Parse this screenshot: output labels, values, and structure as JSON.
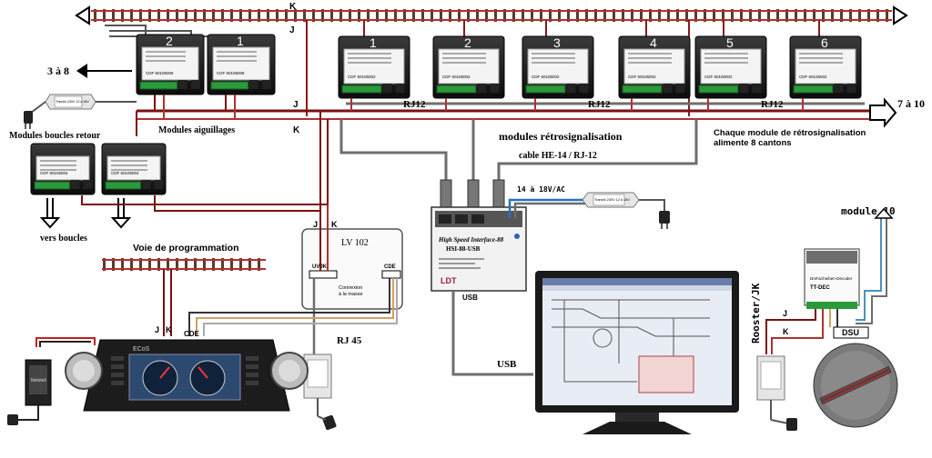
{
  "rails": {
    "top_label": "K",
    "top_j_labels": [
      "J",
      "J"
    ],
    "bus_j": "J",
    "bus_k": "K"
  },
  "accessory_modules": {
    "caption": "Modules aiguillages",
    "items": [
      {
        "number": "2",
        "id": "CDF 60106006"
      },
      {
        "number": "1",
        "id": "CDF 60106006"
      }
    ]
  },
  "feedback_modules": {
    "caption": "modules rétrosignalisation",
    "items": [
      {
        "number": "1",
        "id": "CDF 60106002"
      },
      {
        "number": "2",
        "id": "CDF 60106002"
      },
      {
        "number": "3",
        "id": "CDF 60106002"
      },
      {
        "number": "4",
        "id": "CDF 60106002"
      },
      {
        "number": "5",
        "id": "CDF 60106002"
      },
      {
        "number": "6",
        "id": "CDF 60106002"
      }
    ],
    "rj_labels": [
      "RJ12",
      "RJ12",
      "RJ12"
    ],
    "continuation": "7 à 10",
    "note_line1": "Chaque module de rétrosignalisation",
    "note_line2": "alimente 8 cantons"
  },
  "left_side": {
    "more_modules": "3 à 8",
    "transformer_label": "Transfo 230V 12 à 18V"
  },
  "reverse_loops": {
    "caption": "Modules boucles retour",
    "module_id": "CDF 60106004",
    "to_loops": "vers boucles"
  },
  "programming": {
    "label": "Voie de programmation"
  },
  "lv102": {
    "title": "LV 102",
    "port_left": "UVJK",
    "port_right": "CDE",
    "ground_note": "Connexion à la masse",
    "j_label": "J",
    "k_label": "K"
  },
  "cable": {
    "label": "cable HE-14 / RJ-12"
  },
  "interface": {
    "line1": "High Speed Interface-88",
    "line2": "HSI-88-USB",
    "power": "14 à 18V/AC",
    "usb": "USB",
    "transformer_label": "Transfo 230V 12 à 18V"
  },
  "ecos": {
    "brand": "ECoS",
    "j": "J",
    "k": "K",
    "cde": "CDE",
    "rj45": "RJ 45",
    "psu_label": "Netzteil"
  },
  "computer": {
    "usb_label": "USB"
  },
  "right_side": {
    "module10": "module 10",
    "detector_line1": "Drehscheiben-Decoder",
    "detector_line2": "TT-DEC",
    "rooster": "Rooster/JK",
    "j": "J",
    "k": "K",
    "dsu": "DSU"
  },
  "colors": {
    "rail_red": "#b03030",
    "bus_brown": "#7a1010",
    "grey_cable": "#6e6e6e",
    "module_black": "#1a1a1a",
    "green_terminal": "#2a9a3a"
  }
}
